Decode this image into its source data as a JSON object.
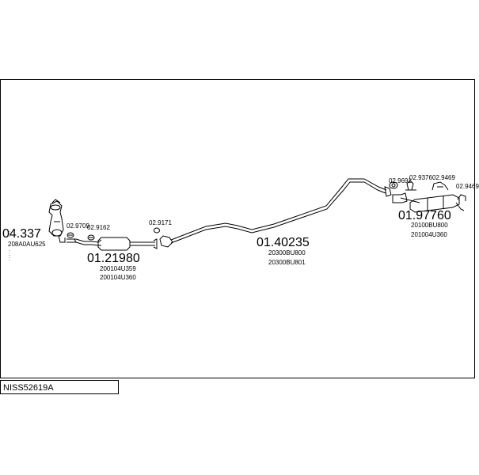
{
  "reference": "NISS52619A",
  "groups": {
    "cat": {
      "number": "04.337",
      "codes": [
        "208A0AU625"
      ]
    },
    "front_pipe": {
      "number": "01.21980",
      "codes": [
        "200104U359",
        "200104U360"
      ]
    },
    "mid_pipe": {
      "number": "01.40235",
      "codes": [
        "20300BU800",
        "20300BU801"
      ]
    },
    "rear_silencer": {
      "number": "01.97760",
      "codes": [
        "20100BU800",
        "201004U360"
      ]
    }
  },
  "fittings": {
    "f1": "02.9709",
    "f2": "02.9162",
    "f3": "02.9171",
    "f4": "02.9691",
    "f5": "02.9376",
    "f6": "02.9469",
    "f7": "02.9469"
  }
}
